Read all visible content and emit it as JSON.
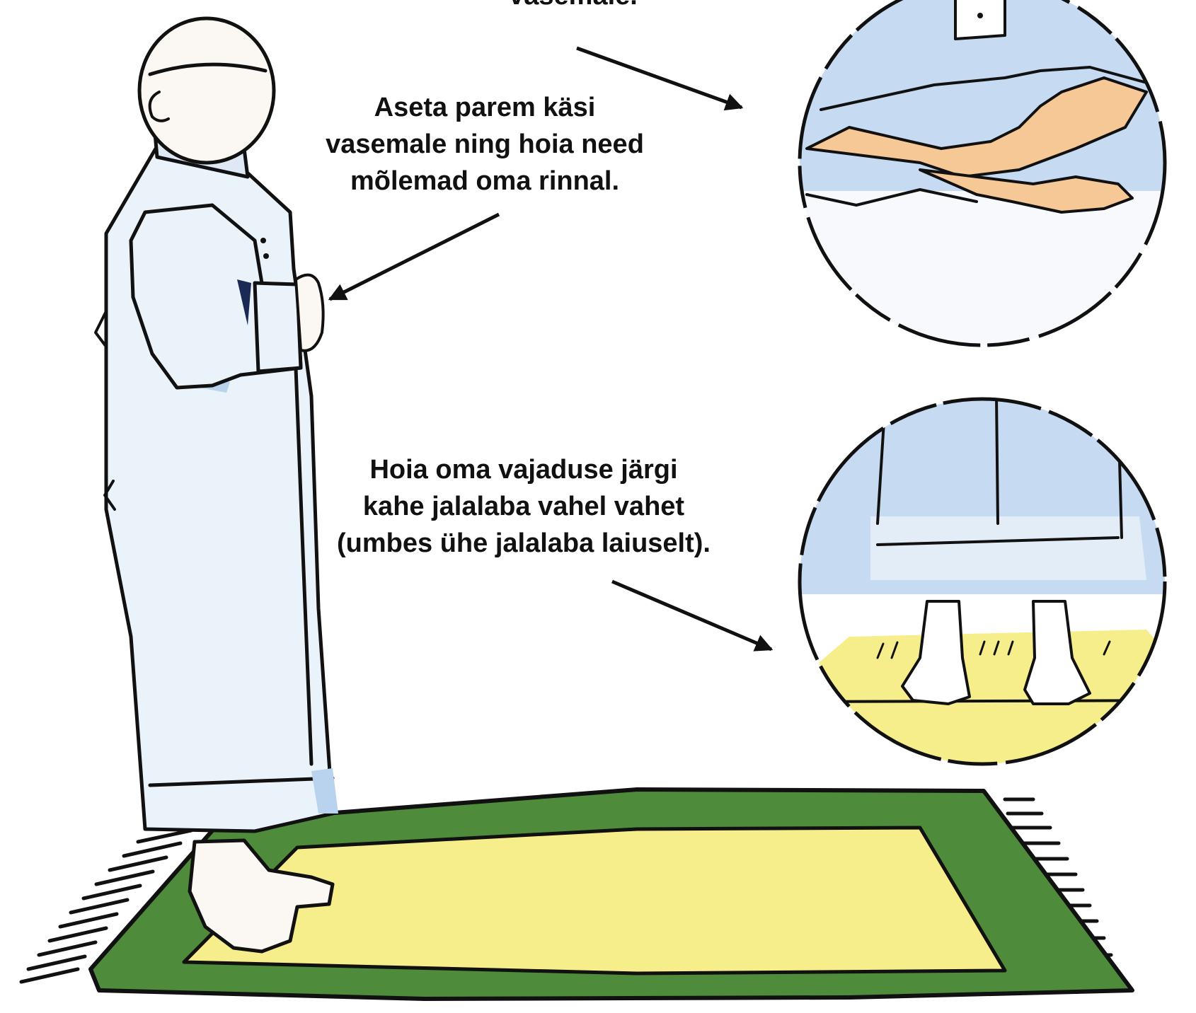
{
  "captions": {
    "top_partial": "vasemale.",
    "hands": [
      "Aseta parem käsi",
      "vasemale ning hoia need",
      "mõlemad oma rinnal."
    ],
    "feet": [
      "Hoia oma vajaduse järgi",
      "kahe jalalaba vahel vahet",
      "(umbes ühe jalalaba laiuselt)."
    ]
  },
  "colors": {
    "robe": "#eaf2fa",
    "robe_shadow": "#b9d2ee",
    "outline": "#111111",
    "skin": "#fbf7f2",
    "mat_green": "#4e8b3a",
    "mat_yellow": "#f6ee8a",
    "zoom_bg": "#c6daf1",
    "skin_tone": "#f5c896"
  }
}
